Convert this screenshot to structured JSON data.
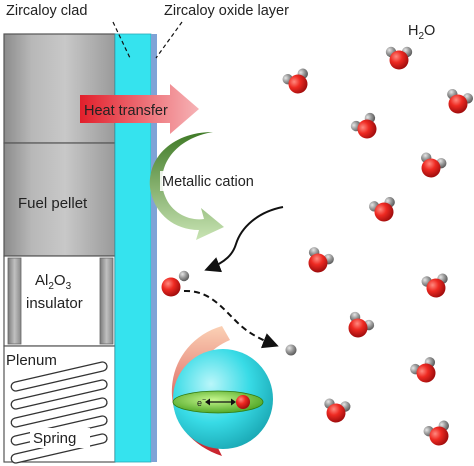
{
  "labels": {
    "clad": "Zircaloy clad",
    "oxide": "Zircaloy oxide layer",
    "water_base": "H",
    "water_sub": "2",
    "water_tail": "O",
    "heat": "Heat transfer",
    "cation": "Metallic cation",
    "fuel": "Fuel pellet",
    "ins_base": "Al",
    "ins_sub1": "2",
    "ins_mid": "O",
    "ins_sub2": "3",
    "ins_line2": "insulator",
    "plenum": "Plenum",
    "spring": "Spring",
    "electron": "e",
    "electron_sup": "−"
  },
  "colors": {
    "clad": "#35e3ee",
    "oxide": "#7fa3d6",
    "pellet": "#b4b4b4",
    "oxygen": "#e8191a",
    "hydrogen": "#8a8a8a",
    "heat_arrow": "#e8505a",
    "cation_arrow": "#4e8a32",
    "sphere": "#34dde8",
    "electron": "#5cc42a"
  },
  "icons": [
    "water-molecule-icon",
    "hydroxide-icon",
    "ion-sphere-icon"
  ]
}
